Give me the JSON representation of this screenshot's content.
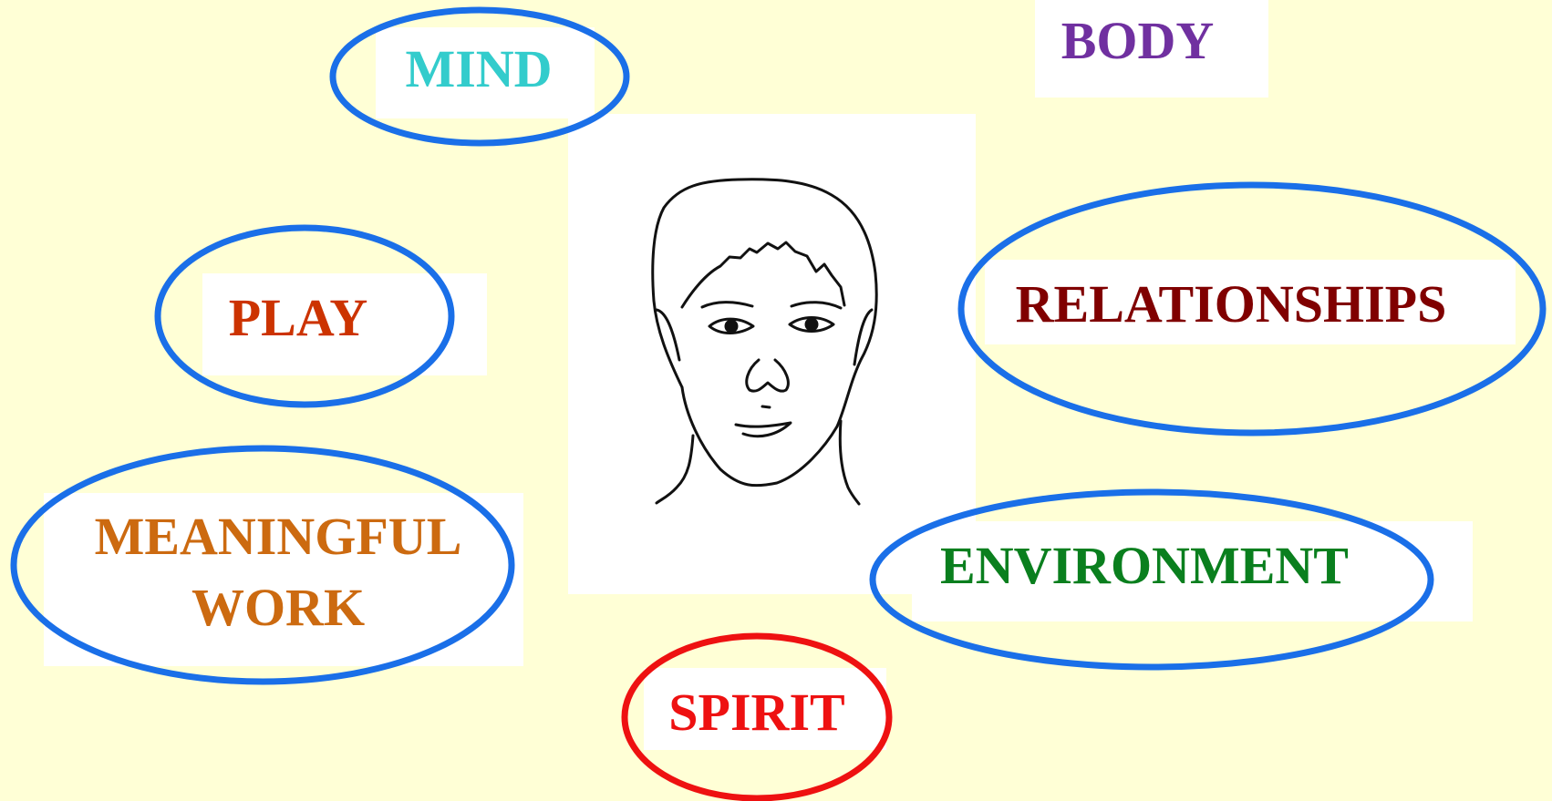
{
  "labels": {
    "mind": "MIND",
    "body": "BODY",
    "play": "PLAY",
    "relationships": "RELATIONSHIPS",
    "meaningful_work_line1": "MEANINGFUL",
    "meaningful_work_line2": "WORK",
    "environment": "ENVIRONMENT",
    "spirit": "SPIRIT"
  },
  "colors": {
    "background": "#ffffd6",
    "ring_blue": "#1a6fe8",
    "ring_red": "#ee1111",
    "mind": "#33cccc",
    "body": "#7030a0",
    "play": "#cc3300",
    "relationships": "#800000",
    "meaningful_work": "#cc6a10",
    "environment": "#0a7f1e",
    "spirit": "#ee1111"
  },
  "center_image": "face-line-drawing"
}
